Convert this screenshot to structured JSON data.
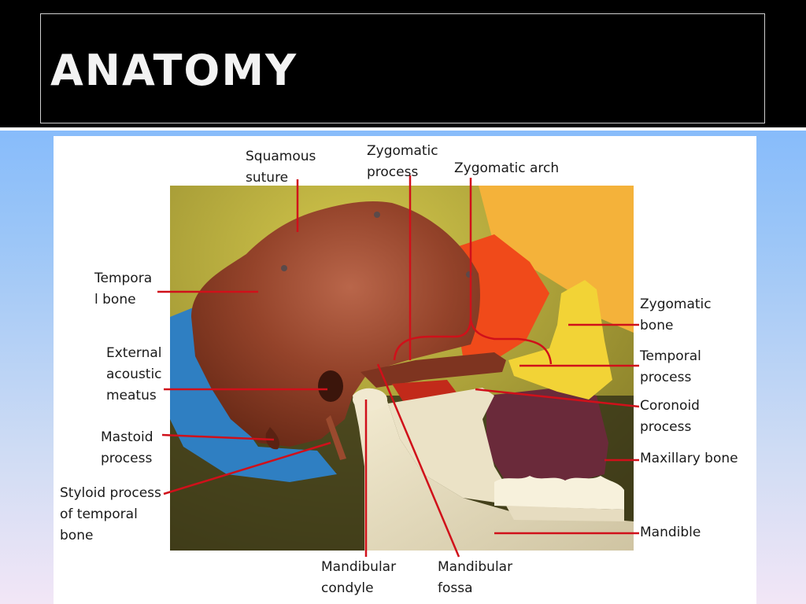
{
  "slide": {
    "title": "ANATOMY"
  },
  "labels": {
    "squamous_suture": [
      "Squamous",
      "suture"
    ],
    "zygomatic_process": [
      "Zygomatic",
      "process"
    ],
    "zygomatic_arch": [
      "Zygomatic arch"
    ],
    "temporal_bone": [
      "Tempora",
      "l bone"
    ],
    "external_acoustic_meatus": [
      "External",
      "acoustic",
      "meatus"
    ],
    "mastoid_process": [
      "Mastoid",
      "process"
    ],
    "styloid_process": [
      "Styloid process",
      "of temporal",
      "bone"
    ],
    "zygomatic_bone": [
      "Zygomatic",
      "bone"
    ],
    "temporal_process": [
      "Temporal",
      "process"
    ],
    "coronoid_process": [
      "Coronoid",
      "process"
    ],
    "maxillary_bone": [
      "Maxillary bone"
    ],
    "mandible": [
      "Mandible"
    ],
    "mandibular_condyle": [
      "Mandibular",
      "condyle"
    ],
    "mandibular_fossa": [
      "Mandibular",
      "fossa"
    ]
  },
  "colors": {
    "leader_line": "#d0101a",
    "temporal_bone": "#8e3b22",
    "zygomatic_bone": "#f2d336",
    "maxilla": "#6a2a3a",
    "mandible": "#e9e0c4",
    "sphenoid": "#f04a1a",
    "frontal": "#f4b23a",
    "background_skull": "#c8bd3e",
    "occipital": "#2f7fc2"
  }
}
